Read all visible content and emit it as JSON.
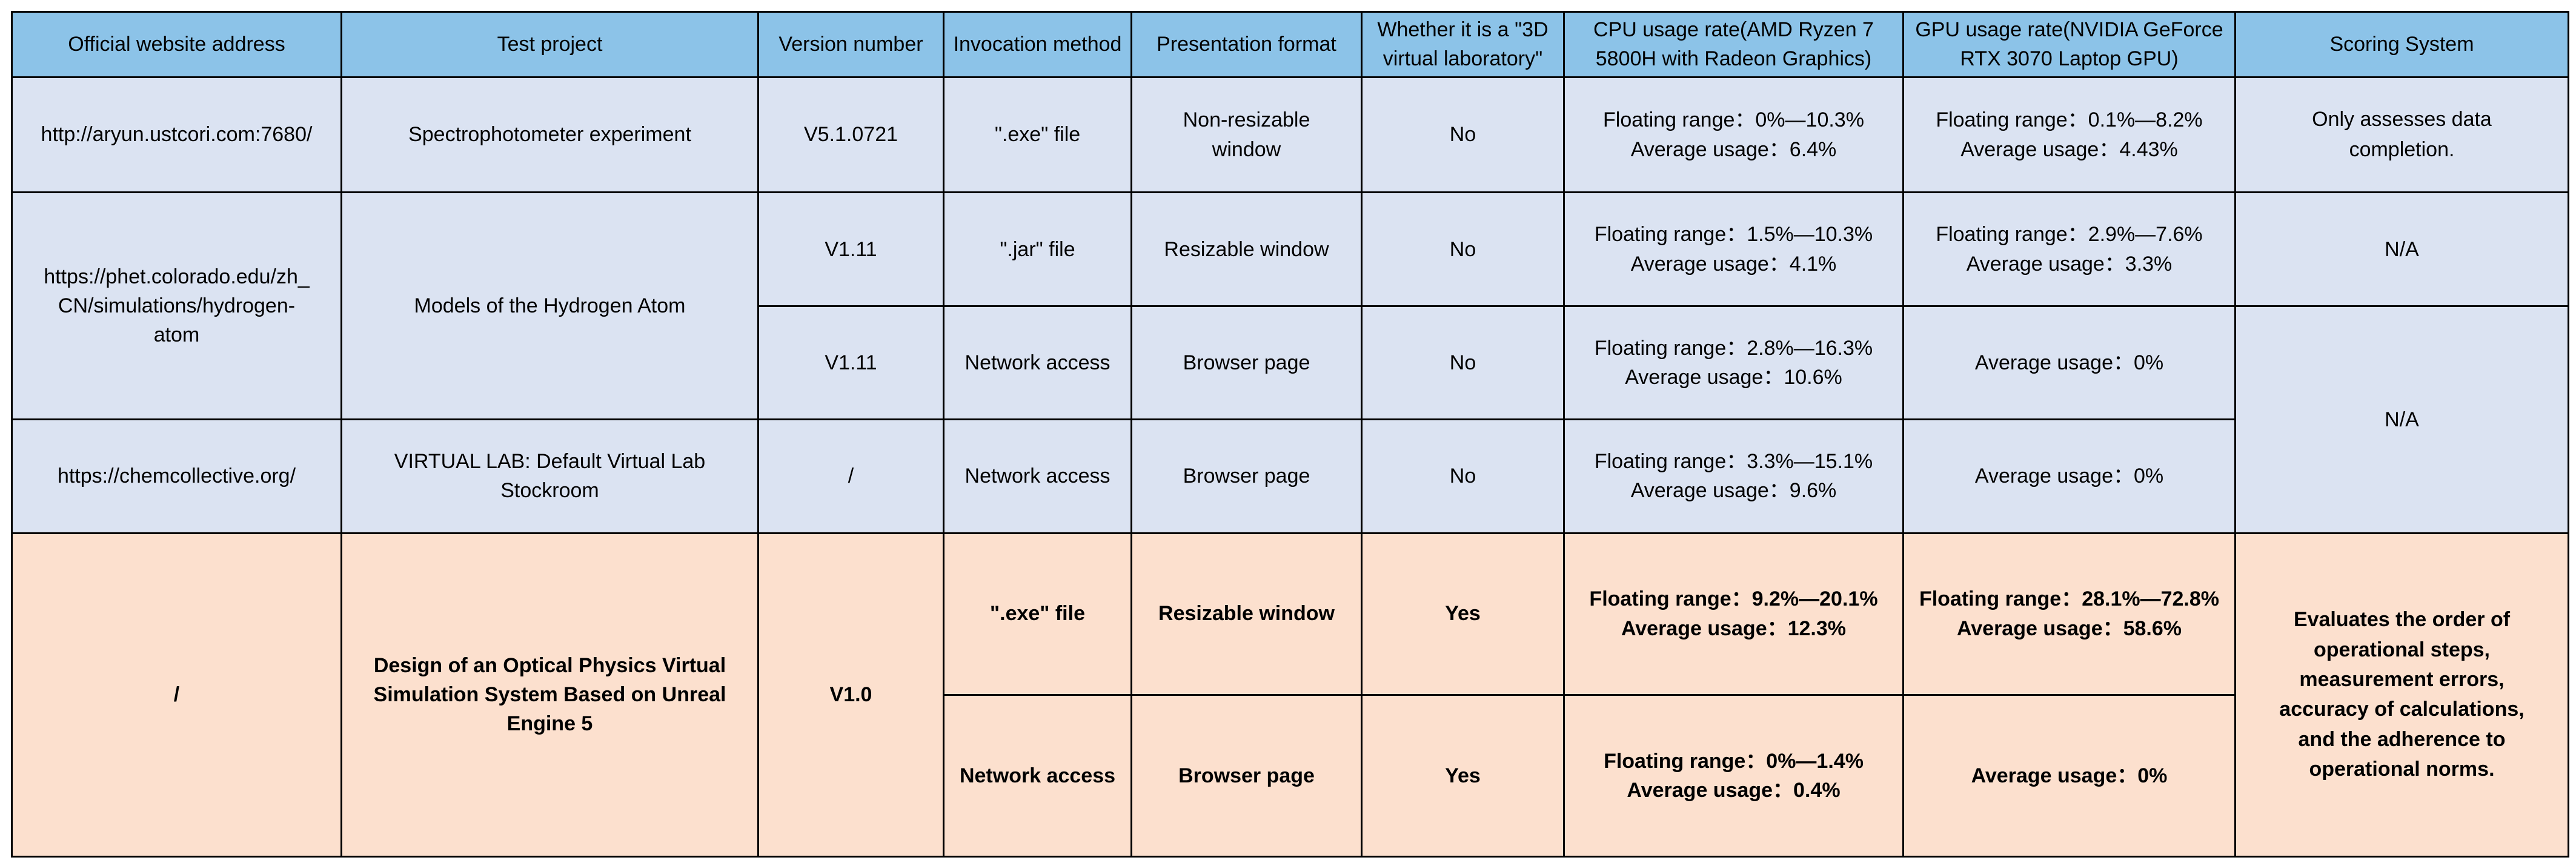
{
  "table": {
    "headers": [
      "Official website address",
      "Test project",
      "Version number",
      "Invocation method",
      "Presentation format",
      "Whether it is a \"3D virtual laboratory\"",
      "CPU usage rate(AMD Ryzen 7 5800H with Radeon Graphics)",
      "GPU usage rate(NVIDIA GeForce RTX 3070 Laptop GPU)",
      "Scoring System"
    ],
    "colors": {
      "header_background": "#8cc3e8",
      "body_background": "#dbe3f2",
      "highlight_background": "#fce0ce",
      "border": "#000000",
      "text": "#000000"
    },
    "rows": [
      {
        "website": "http://aryun.ustcori.com:7680/",
        "project": "Spectrophotometer experiment",
        "version": "V5.1.0721",
        "invocation": "\".exe\" file",
        "presentation_l1": "Non-resizable",
        "presentation_l2": "window",
        "is_3d": "No",
        "cpu_l1": "Floating range：0%—10.3%",
        "cpu_l2": "Average usage：6.4%",
        "gpu_l1": "Floating range：0.1%—8.2%",
        "gpu_l2": "Average usage：4.43%",
        "scoring_l1": "Only assesses data",
        "scoring_l2": "completion."
      },
      {
        "website_l1": "https://phet.colorado.edu/zh_",
        "website_l2": "CN/simulations/hydrogen-",
        "website_l3": "atom",
        "project": "Models of the Hydrogen Atom",
        "version": "V1.11",
        "invocation": "\".jar\" file",
        "presentation": "Resizable window",
        "is_3d": "No",
        "cpu_l1": "Floating range：1.5%—10.3%",
        "cpu_l2": "Average usage：4.1%",
        "gpu_l1": "Floating range：2.9%—7.6%",
        "gpu_l2": "Average usage：3.3%",
        "scoring": "N/A"
      },
      {
        "version": "V1.11",
        "invocation": "Network access",
        "presentation": "Browser page",
        "is_3d": "No",
        "cpu_l1": "Floating range：2.8%—16.3%",
        "cpu_l2": "Average usage：10.6%",
        "gpu": "Average usage：0%",
        "scoring": "N/A"
      },
      {
        "website": "https://chemcollective.org/",
        "project_l1": "VIRTUAL LAB: Default Virtual Lab",
        "project_l2": "Stockroom",
        "version": "/",
        "invocation": "Network access",
        "presentation": "Browser page",
        "is_3d": "No",
        "cpu_l1": "Floating range：3.3%—15.1%",
        "cpu_l2": "Average usage：9.6%",
        "gpu": "Average usage：0%"
      },
      {
        "website": "/",
        "project_l1": "Design of an Optical Physics Virtual",
        "project_l2": "Simulation System Based on Unreal",
        "project_l3": "Engine 5",
        "version": "V1.0",
        "invocation": "\".exe\" file",
        "presentation": "Resizable window",
        "is_3d": "Yes",
        "cpu_l1": "Floating range：9.2%—20.1%",
        "cpu_l2": "Average usage：12.3%",
        "gpu_l1": "Floating range：28.1%—72.8%",
        "gpu_l2": "Average usage：58.6%",
        "scoring_l1": "Evaluates the order of",
        "scoring_l2": "operational steps,",
        "scoring_l3": "measurement errors,",
        "scoring_l4": "accuracy of calculations,",
        "scoring_l5": "and the adherence to",
        "scoring_l6": "operational norms."
      },
      {
        "invocation": "Network access",
        "presentation": "Browser page",
        "is_3d": "Yes",
        "cpu_l1": "Floating range：0%—1.4%",
        "cpu_l2": "Average usage：0.4%",
        "gpu": "Average usage：0%"
      }
    ]
  }
}
